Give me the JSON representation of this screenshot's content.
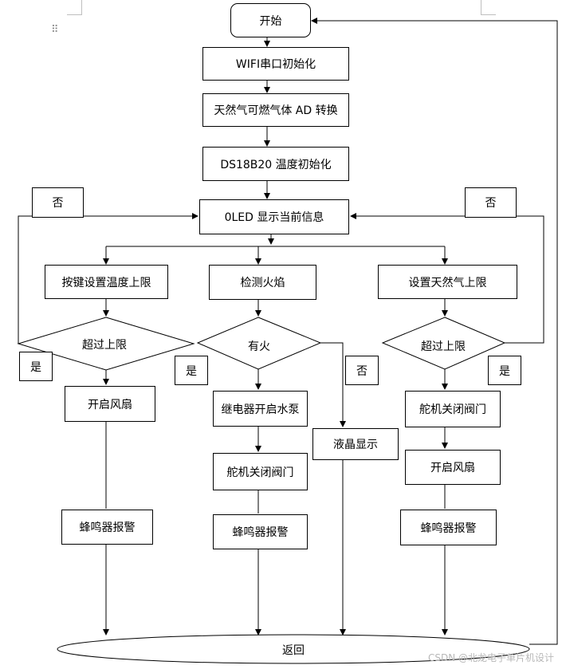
{
  "nodes": {
    "start": "开始",
    "wifi_init": "WIFI串口初始化",
    "gas_ad": "天然气可燃气体 AD 转换",
    "ds18b20_init": "DS18B20 温度初始化",
    "oled_display": "0LED 显示当前信息",
    "key_set_temp": "按键设置温度上限",
    "detect_flame": "检测火焰",
    "set_gas_limit": "设置天然气上限",
    "left_decision": "超过上限",
    "mid_decision": "有火",
    "right_decision": "超过上限",
    "left_fan": "开启风扇",
    "left_buzzer": "蜂鸣器报警",
    "mid_relay": "继电器开启水泵",
    "mid_servo": "舵机关闭阀门",
    "mid_buzzer": "蜂鸣器报警",
    "lcd_display": "液晶显示",
    "right_servo": "舵机关闭阀门",
    "right_fan": "开启风扇",
    "right_buzzer": "蜂鸣器报警",
    "return": "返回"
  },
  "labels": {
    "left_no": "否",
    "right_no": "否",
    "left_yes": "是",
    "mid_yes": "是",
    "mid_no": "否",
    "right_yes": "是"
  },
  "watermark": "CSDN @北龙电子单片机设计"
}
